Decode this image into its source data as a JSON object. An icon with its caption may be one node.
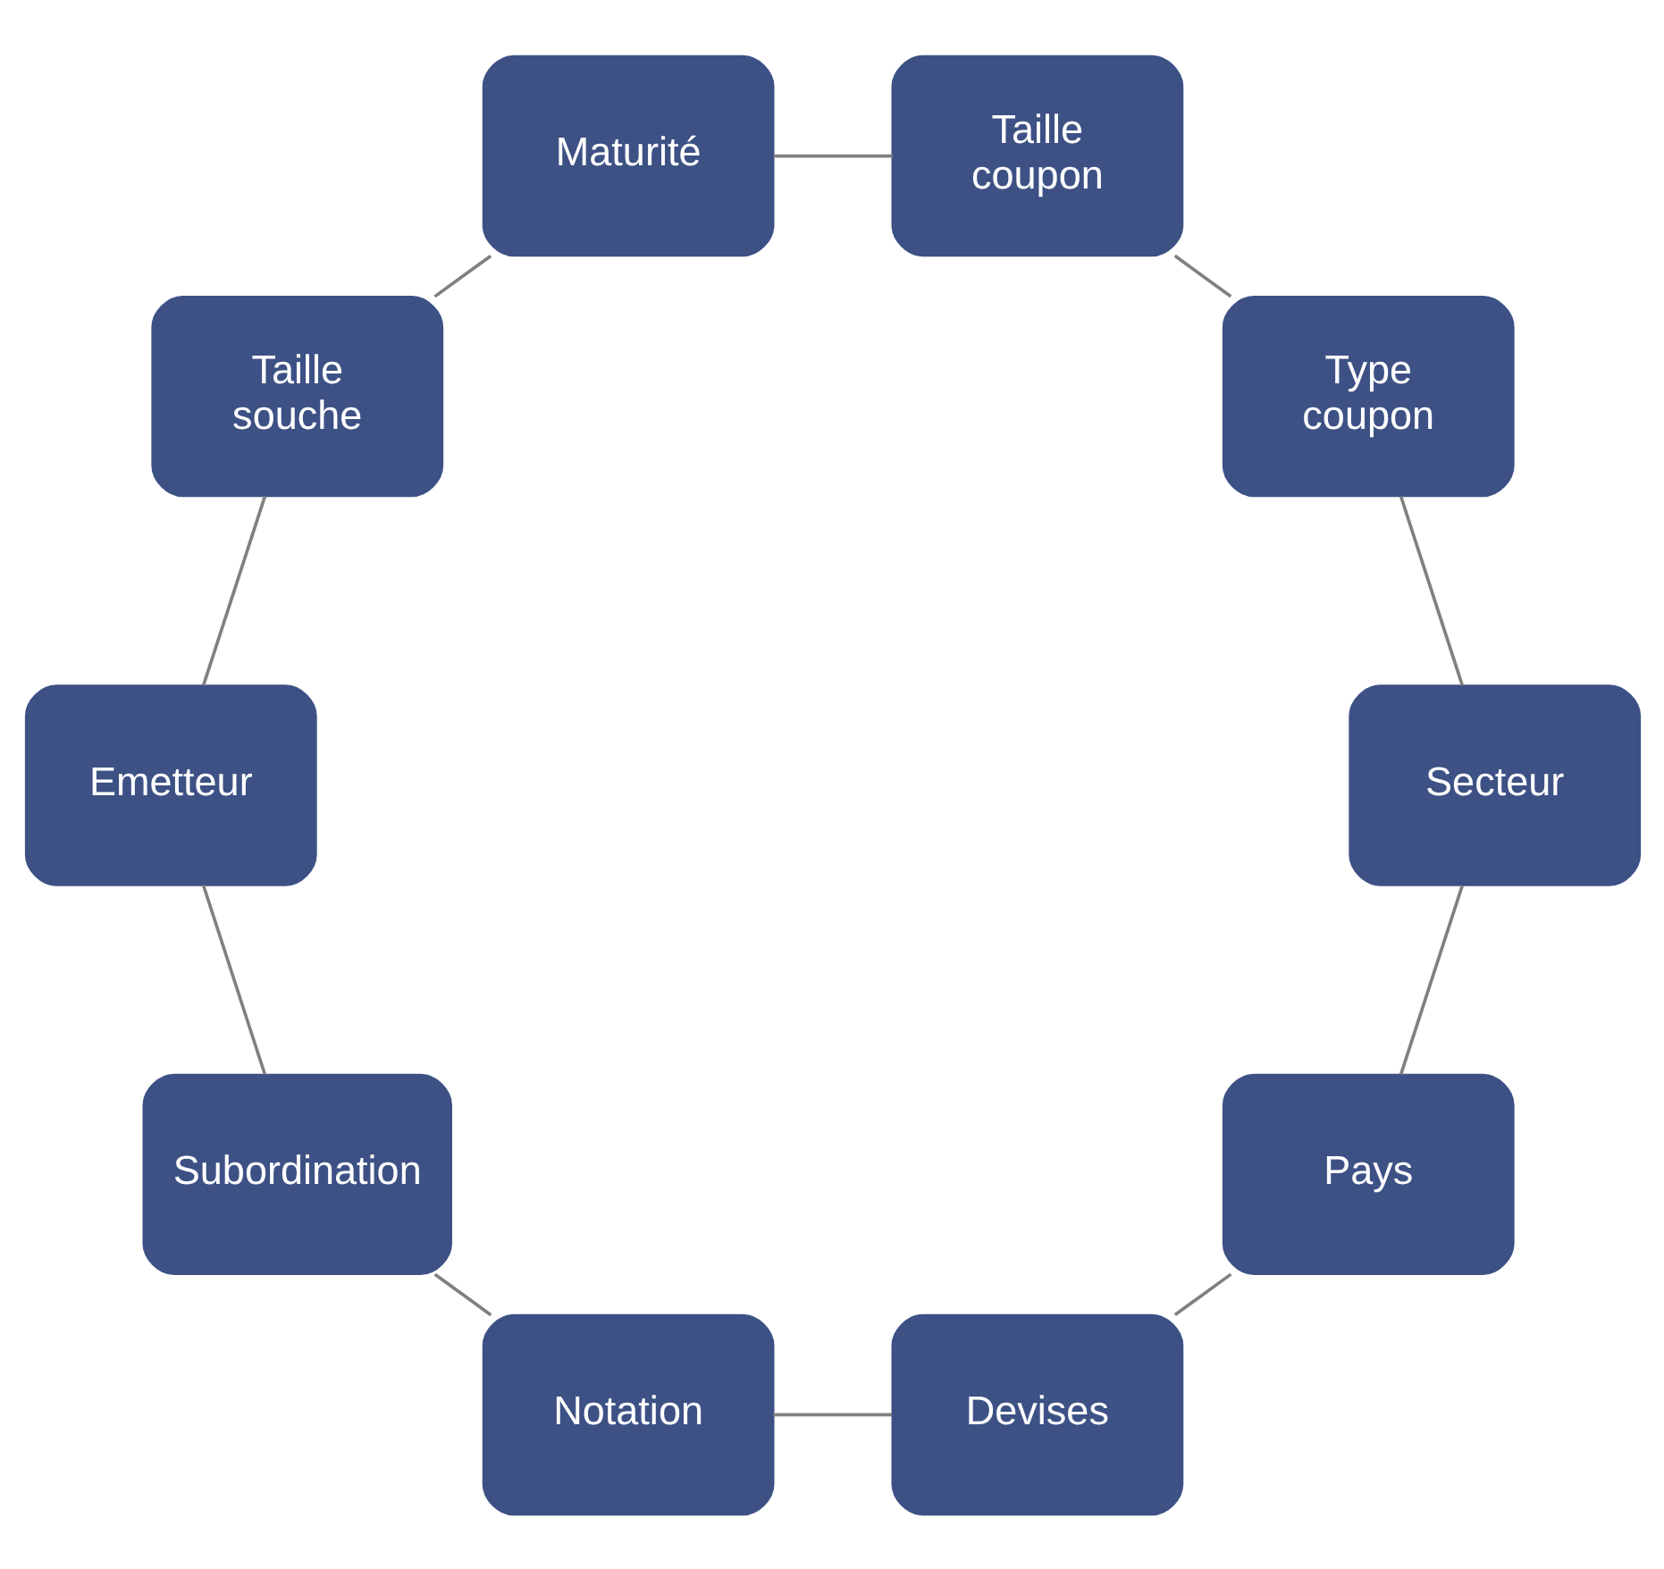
{
  "diagram": {
    "nodes": [
      {
        "text": [
          "Pays"
        ]
      },
      {
        "text": [
          "Devises"
        ]
      },
      {
        "text": [
          "Notation"
        ]
      },
      {
        "text": [
          "Subordination"
        ]
      },
      {
        "text": [
          "Emetteur"
        ]
      },
      {
        "text": [
          "Taille souche"
        ]
      },
      {
        "text": [
          "Maturité"
        ]
      },
      {
        "text": [
          "Taille coupon"
        ]
      },
      {
        "text": [
          "Type coupon"
        ]
      },
      {
        "text": [
          "Secteur"
        ]
      }
    ],
    "edges": [
      {
        "from": 0,
        "to": 1,
        "arrow": "none"
      },
      {
        "from": 1,
        "to": 2,
        "arrow": "none"
      },
      {
        "from": 2,
        "to": 3,
        "arrow": "none"
      },
      {
        "from": 3,
        "to": 4,
        "arrow": "none"
      },
      {
        "from": 4,
        "to": 5,
        "arrow": "none"
      },
      {
        "from": 5,
        "to": 6,
        "arrow": "none"
      },
      {
        "from": 6,
        "to": 7,
        "arrow": "none"
      },
      {
        "from": 7,
        "to": 8,
        "arrow": "none"
      },
      {
        "from": 8,
        "to": 9,
        "arrow": "none"
      },
      {
        "from": 9,
        "to": 0,
        "arrow": "none"
      }
    ]
  }
}
